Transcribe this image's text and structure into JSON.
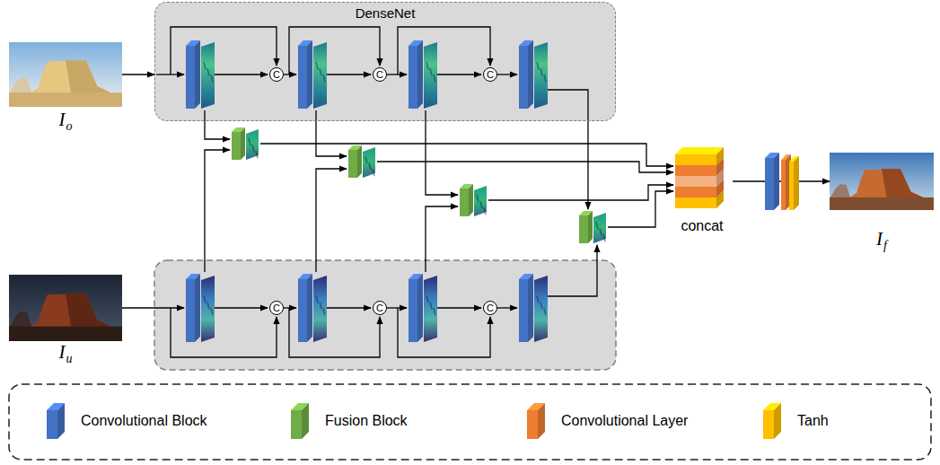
{
  "diagram": {
    "nodes": [
      {
        "text": [
          "DenseNet"
        ]
      },
      {
        "text": [
          "I",
          "o"
        ]
      },
      {
        "text": [
          "C"
        ],
        "in": 0
      },
      {
        "text": [
          "C"
        ],
        "in": 0
      },
      {
        "text": [
          "C"
        ],
        "in": 0
      },
      {
        "text": [
          "I",
          "u"
        ]
      },
      {
        "text": [
          "C"
        ]
      },
      {
        "text": [
          "C"
        ]
      },
      {
        "text": [
          "C"
        ]
      },
      {
        "text": [
          "concat"
        ]
      },
      {
        "text": [
          "I",
          "f"
        ]
      }
    ],
    "edges": [
      {
        "from": 1,
        "to": 0,
        "arrow": "to"
      },
      {
        "from": 9,
        "to": 10,
        "arrow": "to"
      }
    ],
    "legend": [
      {
        "text": "Convolutional Block",
        "color": "#4472c4"
      },
      {
        "text": "Fusion Block",
        "color": "#70ad47"
      },
      {
        "text": "Convolutional Layer",
        "color": "#ed7d31"
      },
      {
        "text": "Tanh",
        "color": "#ffc000"
      }
    ]
  }
}
